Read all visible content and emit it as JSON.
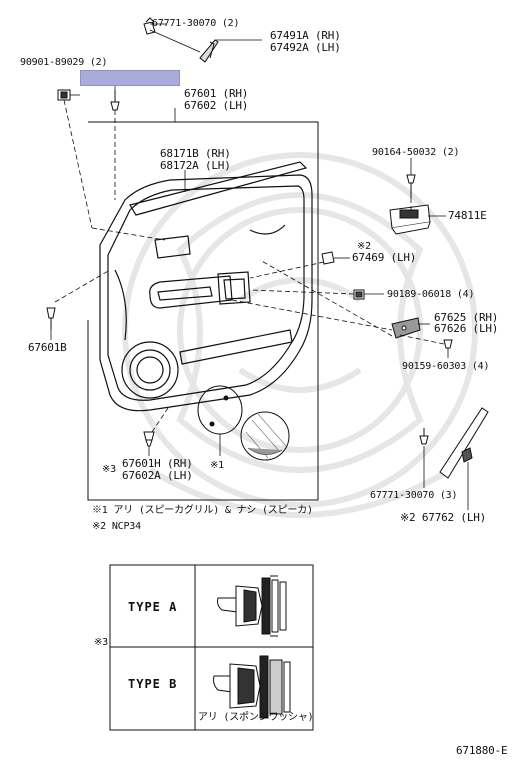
{
  "labels": {
    "p67771_top": "67771-30070 (2)",
    "p67491a": "67491A (RH)",
    "p67492a": "67492A (LH)",
    "p90901": "90901-89029 (2)",
    "p67601": "67601 (RH)",
    "p67602": "67602 (LH)",
    "p68171b": "68171B (RH)",
    "p68172a": "68172A (LH)",
    "p90164": "90164-50032 (2)",
    "p74811e": "74811E",
    "n2_a": "※2",
    "p67469": "67469 (LH)",
    "p90189": "90189-06018 (4)",
    "p67625": "67625 (RH)",
    "p67626": "67626 (LH)",
    "p67601b": "67601B",
    "p90159": "90159-60303 (4)",
    "p67601h": "67601H (RH)",
    "n3_a": "※3",
    "p67602a": "67602A (LH)",
    "n1_a": "※1",
    "p67771_bot": "67771-30070 (3)",
    "p67762": "※2 67762 (LH)",
    "note1": "※1 アリ (スピーカグリル) & ナシ (スピーカ)",
    "note2": "※2 NCP34",
    "n3_b": "※3",
    "type_a": "TYPE A",
    "type_b": "TYPE B",
    "sponge": "アリ (スポンジワッシャ)",
    "figure_no": "671880-E"
  },
  "colors": {
    "line": "#111111",
    "highlight": "#a7acd8",
    "watermark": "#e6e6e6"
  }
}
